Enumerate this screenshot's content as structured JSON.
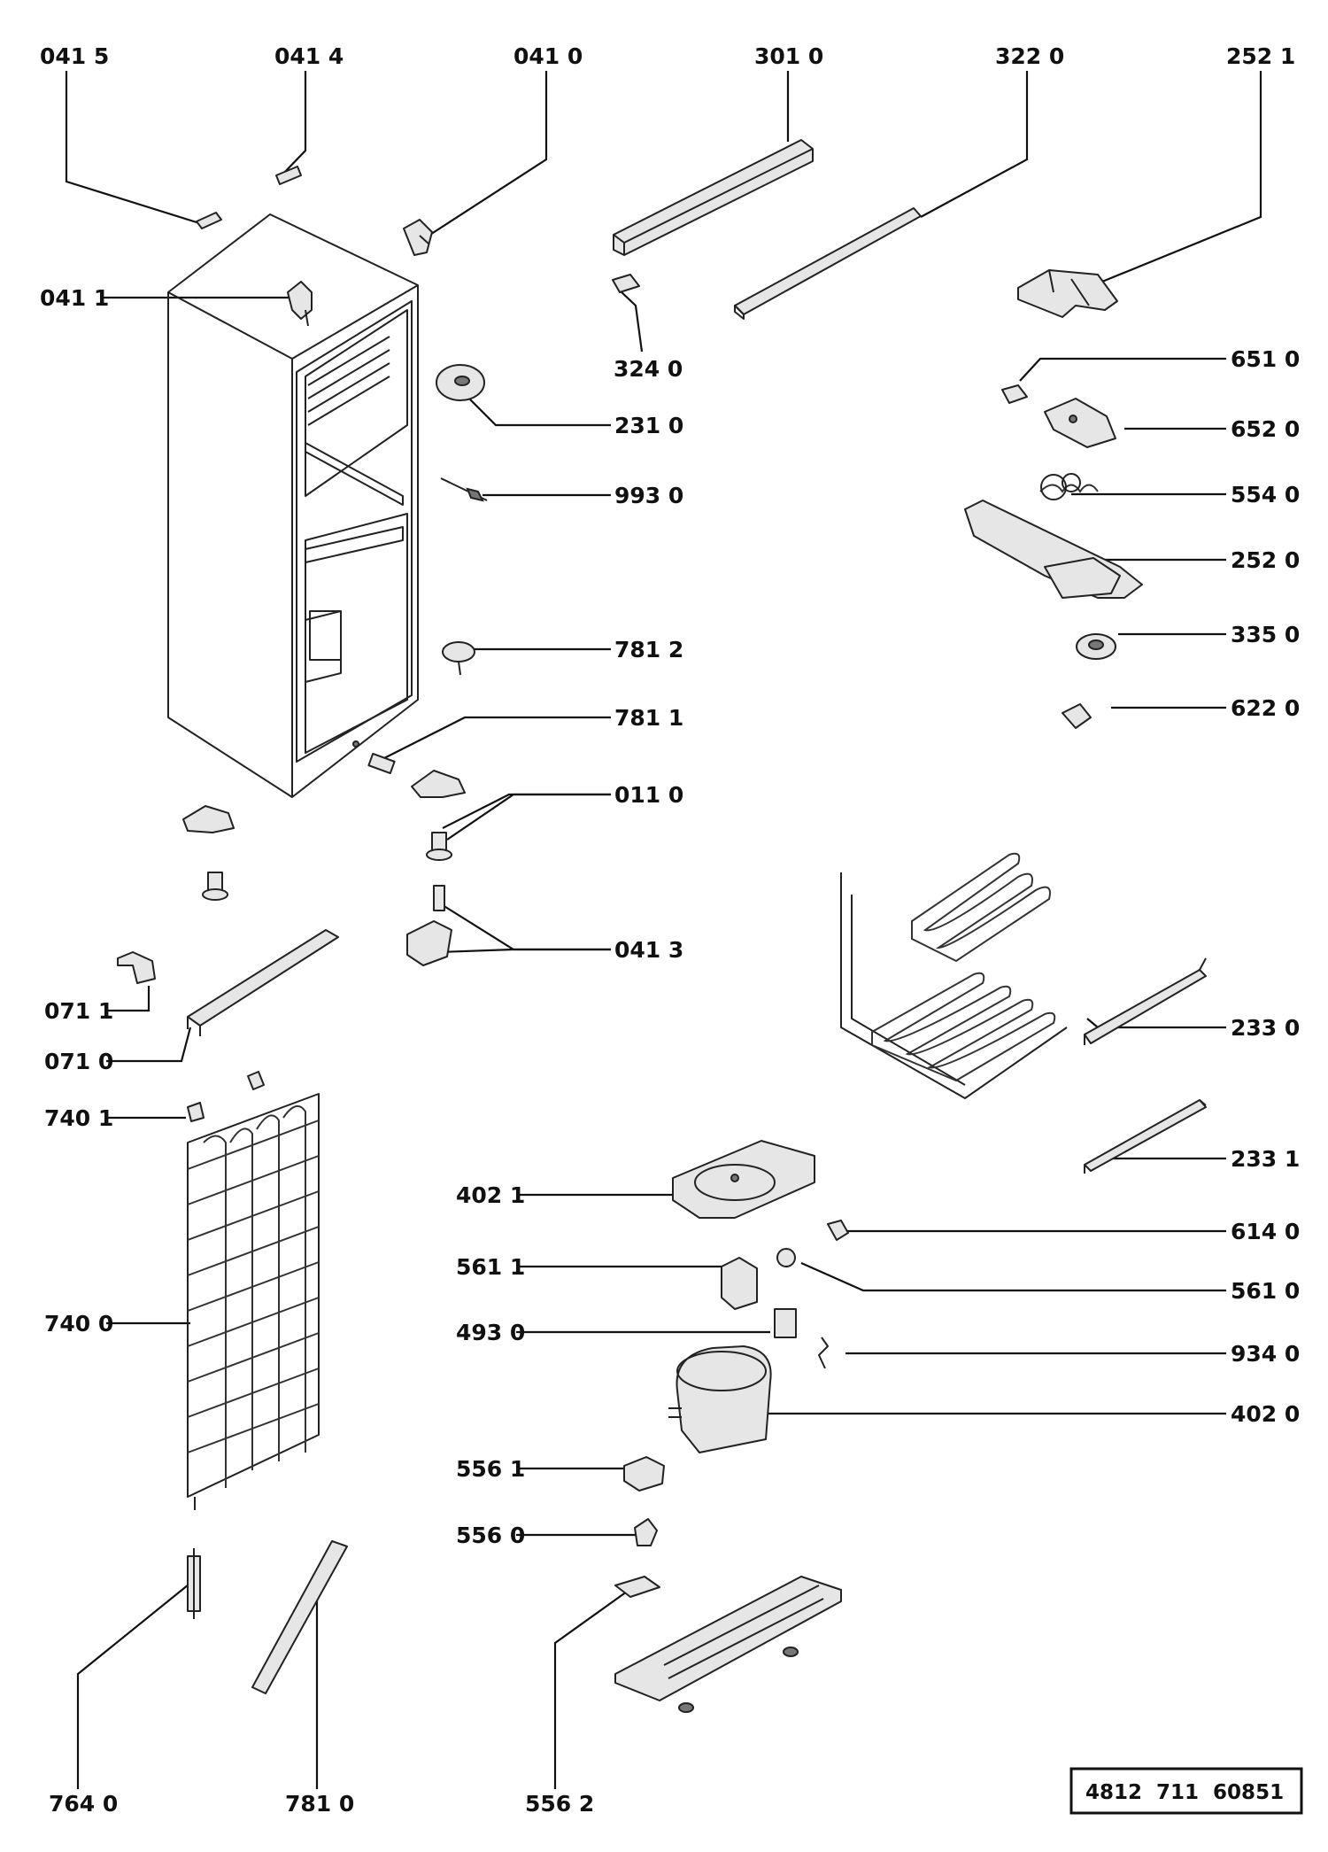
{
  "labels": {
    "p0415": "041 5",
    "p0414": "041 4",
    "p0410": "041 0",
    "p3010": "301 0",
    "p3220": "322 0",
    "p2521": "252 1",
    "p0411": "041 1",
    "p3240": "324 0",
    "p6510": "651 0",
    "p6520": "652 0",
    "p2310": "231 0",
    "p5540": "554 0",
    "p9930": "993 0",
    "p2520": "252 0",
    "p3350": "335 0",
    "p7812": "781 2",
    "p6220": "622 0",
    "p7811": "781 1",
    "p0110": "011 0",
    "p0413": "041 3",
    "p0711": "071 1",
    "p0710": "071 0",
    "p2330": "233 0",
    "p7401": "740 1",
    "p2331": "233 1",
    "p4021": "402 1",
    "p6140": "614 0",
    "p5611": "561 1",
    "p5610": "561 0",
    "p7400": "740 0",
    "p4930": "493 0",
    "p9340": "934 0",
    "p4020": "402 0",
    "p5561": "556 1",
    "p5560": "556 0",
    "p7640": "764 0",
    "p7810": "781 0",
    "p5562": "556 2"
  },
  "document_number": "4812  711  60851"
}
